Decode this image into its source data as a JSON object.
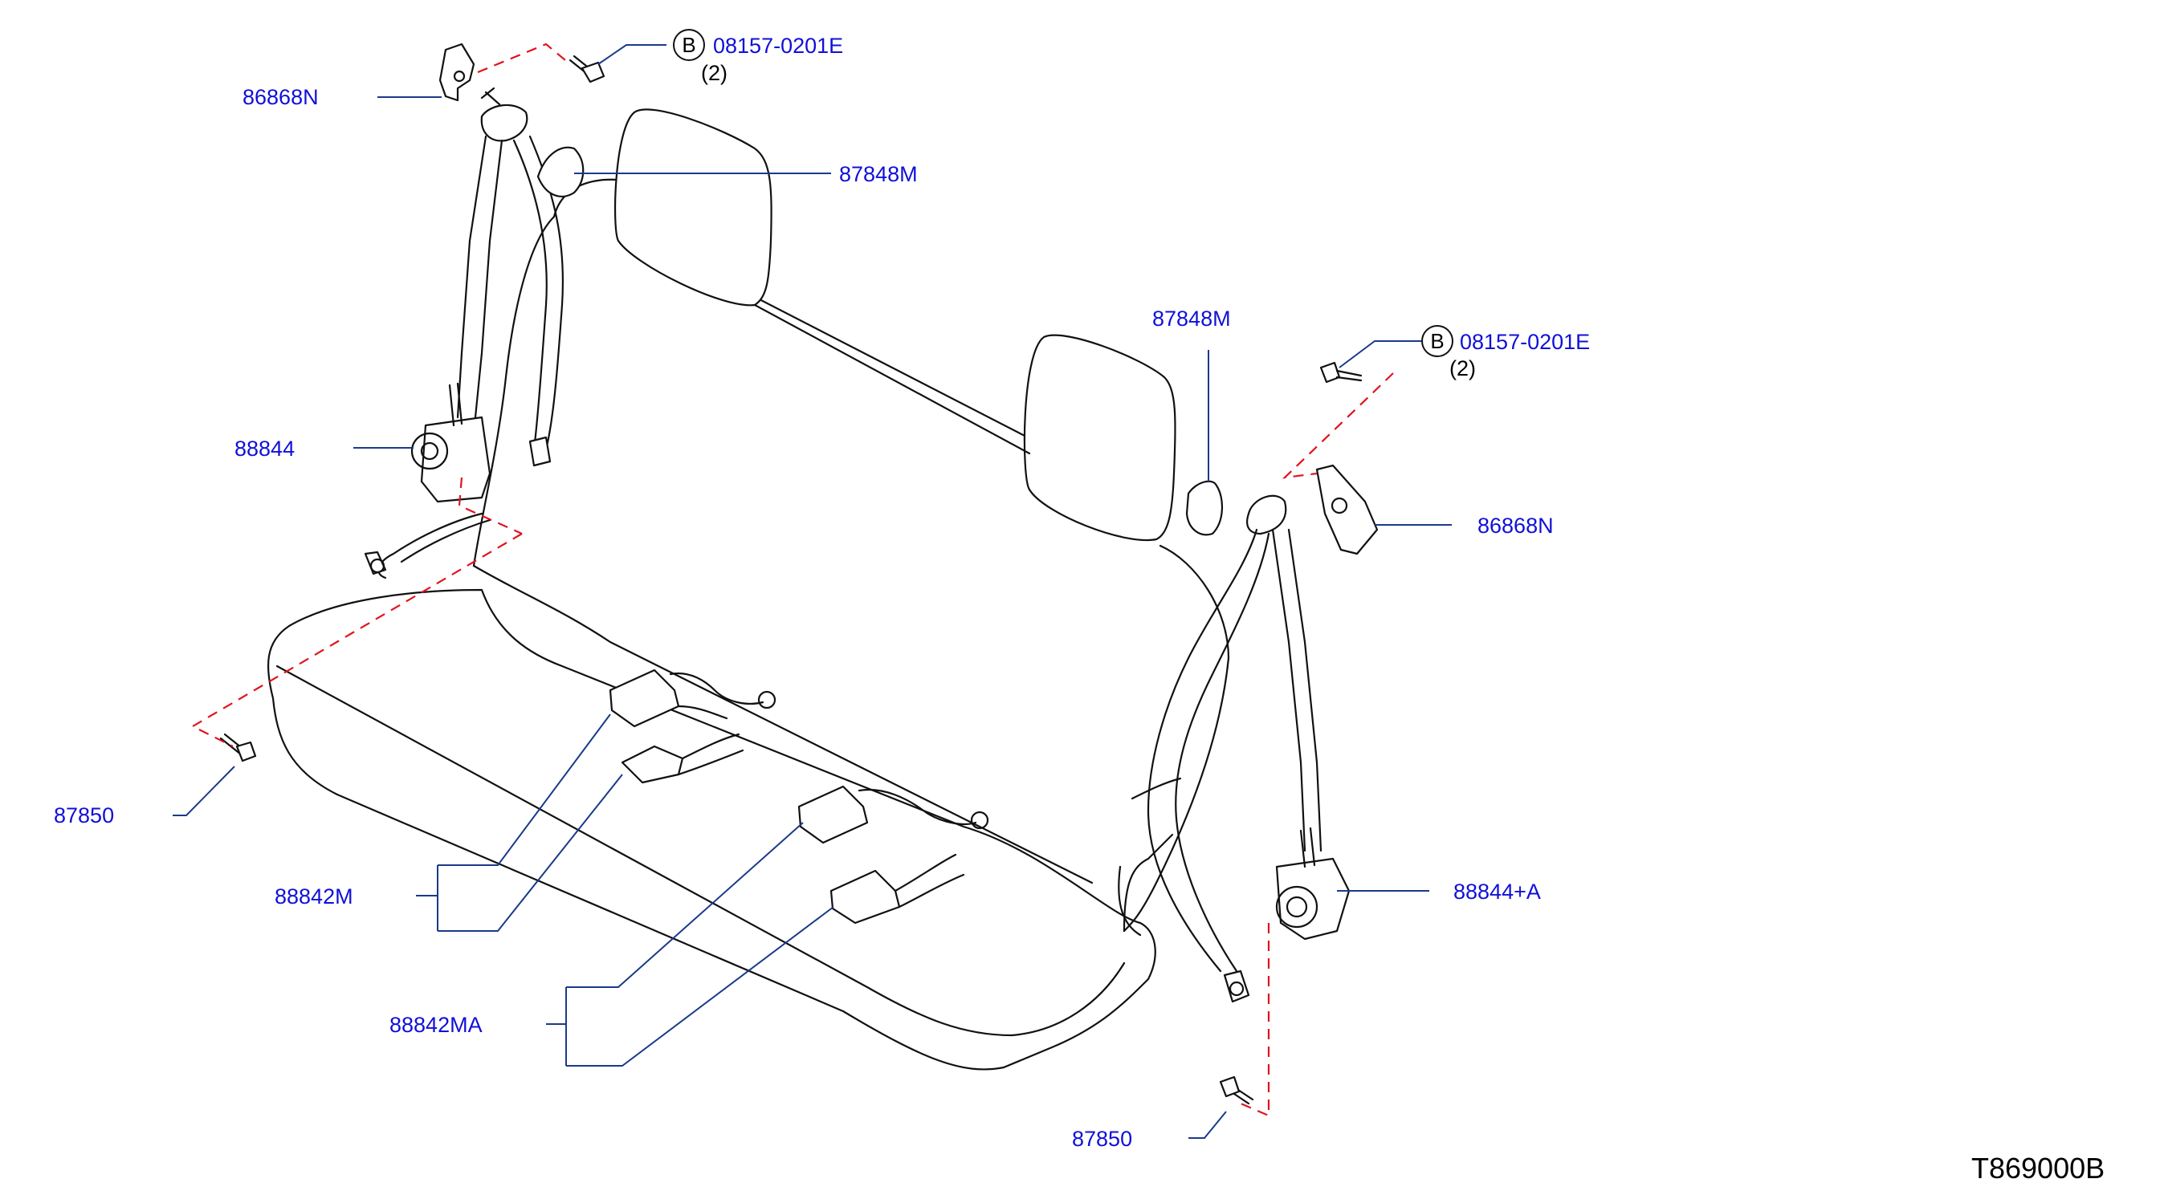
{
  "diagram_code": "T869000B",
  "labels": {
    "upper_anchor_left": "86868N",
    "bolt_left": "08157-0201E",
    "bolt_left_qty": "(2)",
    "bolt_left_symbol": "B",
    "guide_left": "87848M",
    "retractor_left": "88844",
    "lower_bolt_left": "87850",
    "buckle_front": "88842M",
    "buckle_rear": "88842MA",
    "guide_right": "87848M",
    "bolt_right": "08157-0201E",
    "bolt_right_qty": "(2)",
    "bolt_right_symbol": "B",
    "upper_anchor_right": "86868N",
    "retractor_right": "88844+A",
    "lower_bolt_right": "87850"
  },
  "colors": {
    "label": "#1010d8",
    "leader": "#1a3a8a",
    "dashed_reference": "#e0141e",
    "outline": "#111111"
  }
}
